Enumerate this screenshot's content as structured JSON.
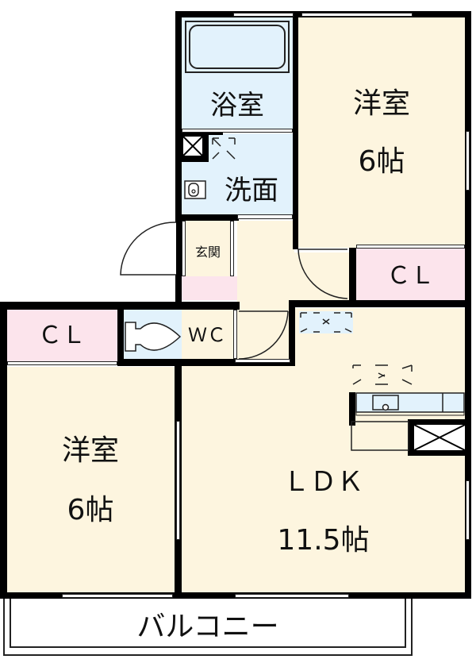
{
  "floorplan": {
    "rooms": {
      "bath": {
        "label": "浴室"
      },
      "washroom": {
        "label": "洗面"
      },
      "bedroom_ne": {
        "label": "洋室",
        "size": "6帖"
      },
      "closet_ne": {
        "label": "ＣＬ"
      },
      "entrance": {
        "label": "玄関"
      },
      "toilet": {
        "label": "ＷＣ"
      },
      "closet_w": {
        "label": "ＣＬ"
      },
      "bedroom_sw": {
        "label": "洋室",
        "size": "6帖"
      },
      "ldk": {
        "label": "ＬＤＫ",
        "size": "11.5帖"
      },
      "balcony": {
        "label": "バルコニー"
      }
    },
    "colors": {
      "living": "#fdf5df",
      "wet_area": "#e2f2fc",
      "closet": "#fce4ec",
      "wall": "#000000"
    }
  }
}
